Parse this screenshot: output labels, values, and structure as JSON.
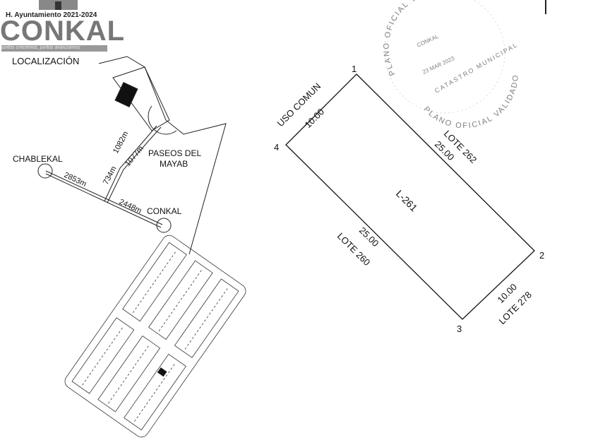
{
  "logo": {
    "subtitle": "H. Ayuntamiento 2021-2024",
    "name": "CONKAL",
    "tagline": "juntos crecemos, juntos avanzamos"
  },
  "location": {
    "title": "LOCALIZACIÓN",
    "places": [
      "CHABLEKAL",
      "CONKAL",
      "PASEOS DEL",
      "MAYAB"
    ],
    "distances": [
      "2853m",
      "2448m",
      "734m",
      "1082m",
      "1077m"
    ]
  },
  "stamp": {
    "top": "PLANO OFICIAL VALIDADO",
    "bottom": "PLANO OFICIAL VALIDADO",
    "center": "CATASTRO MUNICIPAL",
    "logo": "CONKAL",
    "date": "23 MAR 2023"
  },
  "lot": {
    "id": "L-261",
    "vertices": [
      "1",
      "2",
      "3",
      "4"
    ],
    "sides": [
      {
        "length": "10.00",
        "neighbor": "USO COMUN"
      },
      {
        "length": "25.00",
        "neighbor": "LOTE 262"
      },
      {
        "length": "10.00",
        "neighbor": "LOTE 278"
      },
      {
        "length": "25.00",
        "neighbor": "LOTE 260"
      }
    ]
  }
}
